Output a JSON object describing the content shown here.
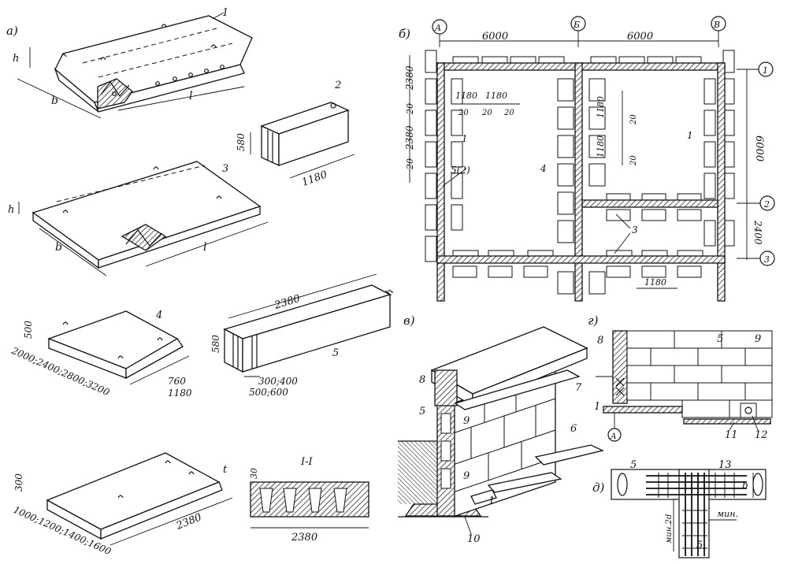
{
  "panels": {
    "a": "а)",
    "b": "б)",
    "v": "в)",
    "g": "г)",
    "d": "д)"
  },
  "axes": {
    "a": "А",
    "b": "Б",
    "v": "В",
    "n1": "1",
    "n2": "2",
    "n3": "3"
  },
  "part_a": {
    "slab1": {
      "h": "h",
      "b": "b",
      "l": "l",
      "num": "1"
    },
    "block2": {
      "num": "2",
      "d580": "580",
      "d1180": "1180"
    },
    "slab3": {
      "h": "h",
      "b": "b",
      "l": "l",
      "num": "3"
    },
    "block4": {
      "num": "4",
      "d500": "500",
      "lengths": "2000;2400;2800;3200",
      "d760": "760",
      "d1180": "1180"
    },
    "block5": {
      "num": "5",
      "d2380": "2380",
      "d580": "580",
      "widths1": "300;400",
      "widths2": "500;600",
      "h": "h"
    },
    "slab_t": {
      "num": "t",
      "d300": "300",
      "lengths": "1000;1200;1400;1600",
      "d2380": "2380"
    },
    "section": {
      "title": "I-I",
      "d30": "30",
      "d2380": "2380"
    }
  },
  "part_b": {
    "d6000_1": "6000",
    "d6000_2": "6000",
    "d6000_v": "6000",
    "d2380_1": "2380",
    "d2380_2": "2380",
    "d20_1": "20",
    "d20_2": "20",
    "d1180_a": "1180",
    "d1180_b": "1180",
    "d20_a": "20",
    "d20_b": "20",
    "d20_c": "20",
    "d1180_v1": "1180",
    "d1180_v2": "1180",
    "d20_v1": "20",
    "d20_v2": "20",
    "d2400": "2400",
    "d1180_bottom": "1180",
    "lbl1_left": "1",
    "lbl1_right": "1",
    "lbl52": "5(2)",
    "lbl4": "4",
    "lbl3": "3"
  },
  "part_v": {
    "n8": "8",
    "n7": "7",
    "n5": "5",
    "n9a": "9",
    "n9b": "9",
    "n6": "6",
    "n1": "1",
    "n10": "10"
  },
  "part_g": {
    "n8": "8",
    "n5": "5",
    "n9": "9",
    "n1": "1",
    "n11": "11",
    "n12": "12",
    "axis": "А"
  },
  "part_d": {
    "n5a": "5",
    "n13": "13",
    "nb": "b",
    "min": "мин.",
    "min2d": "мин.2d",
    "n5b": "5"
  }
}
